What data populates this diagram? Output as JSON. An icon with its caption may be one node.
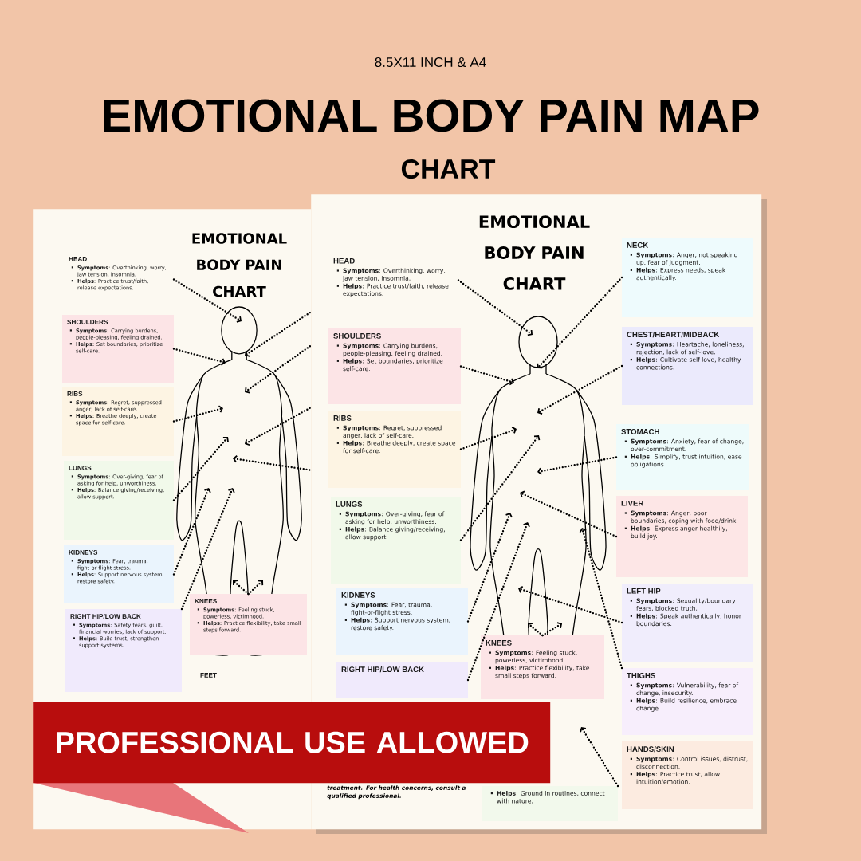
{
  "diagram": {
    "title": "EMOTIONAL BODY PAIN MAP",
    "nodes": [
      {
        "text": [
          "EMOTIONAL BODY PAIN CHART"
        ]
      },
      {
        "text": [
          "HEAD",
          "**Symptoms**: Overthinking, worry, jaw tension, insomnia.",
          "**Helps**: Practice trust/faith, release expectations."
        ],
        "in": 0
      },
      {
        "text": [
          "SHOULDERS",
          "**Symptoms**: Carrying burdens, people-pleasing, feeling drained.",
          "**Helps**: Set boundaries, prioritize self-care."
        ],
        "in": 0
      },
      {
        "text": [
          "RIBS",
          "**Symptoms**: Regret, suppressed anger, lack of self-care.",
          "**Helps**: Breathe deeply, create space for self-care."
        ],
        "in": 0
      },
      {
        "text": [
          "LUNGS",
          "**Symptoms**: Over-giving, fear of asking for help, unworthiness.",
          "**Helps**: Balance giving/receiving, allow support."
        ],
        "in": 0
      },
      {
        "text": [
          "KIDNEYS",
          "**Symptoms**: Fear, trauma, fight-or-flight stress.",
          "**Helps**: Support nervous system, restore safety."
        ],
        "in": 0
      },
      {
        "text": [
          "RIGHT HIP/LOW BACK",
          "**Symptoms**: Safety fears, guilt, financial worries, lack of support.",
          "**Helps**: Build trust, strengthen support systems."
        ],
        "in": 0
      },
      {
        "text": [
          "KNEES",
          "**Symptoms**: Feeling stuck, powerless, victimhood.",
          "**Helps**: Practice flexibility, take small steps forward."
        ],
        "in": 0
      },
      {
        "text": [
          "FEET"
        ],
        "in": 0
      },
      {
        "text": [
          "EMOTIONAL BODY PAIN CHART"
        ]
      },
      {
        "text": [
          "HEAD",
          "**Symptoms**: Overthinking, worry, jaw tension, insomnia.",
          "**Helps**: Practice trust/faith, release expectations."
        ],
        "in": 9
      },
      {
        "text": [
          "NECK",
          "**Symptoms**: Anger, not speaking up, fear of judgment.",
          "**Helps**: Express needs, speak authentically."
        ],
        "in": 9
      },
      {
        "text": [
          "SHOULDERS",
          "**Symptoms**: Carrying burdens, people-pleasing, feeling drained.",
          "**Helps**: Set boundaries, prioritize self-care."
        ],
        "in": 9
      },
      {
        "text": [
          "CHEST/HEART/MIDBACK",
          "**Symptoms**: Heartache, loneliness, rejection, lack of self-love.",
          "**Helps**: Cultivate self-love, healthy connections."
        ],
        "in": 9
      },
      {
        "text": [
          "RIBS",
          "**Symptoms**: Regret, suppressed anger, lack of self-care.",
          "**Helps**: Breathe deeply, create space for self-care."
        ],
        "in": 9
      },
      {
        "text": [
          "STOMACH",
          "**Symptoms**: Anxiety, fear of change, over-commitment.",
          "**Helps**: Simplify, trust intuition, ease obligations."
        ],
        "in": 9
      },
      {
        "text": [
          "LUNGS",
          "**Symptoms**: Over-giving, fear of asking for help, unworthiness.",
          "**Helps**: Balance giving/receiving, allow support."
        ],
        "in": 9
      },
      {
        "text": [
          "LIVER",
          "**Symptoms**: Anger, poor boundaries, coping with food/drink.",
          "**Helps**: Express anger healthily, build joy."
        ],
        "in": 9
      },
      {
        "text": [
          "KIDNEYS",
          "**Symptoms**: Fear, trauma, fight-or-flight stress.",
          "**Helps**: Support nervous system, restore safety."
        ],
        "in": 9
      },
      {
        "text": [
          "LEFT HIP",
          "**Symptoms**: Sexuality/boundary fears, blocked truth.",
          "**Helps**: Speak authentically, honor boundaries."
        ],
        "in": 9
      },
      {
        "text": [
          "RIGHT HIP/LOW BACK"
        ],
        "in": 9
      },
      {
        "text": [
          "THIGHS",
          "**Symptoms**: Vulnerability, fear of change, insecurity.",
          "**Helps**: Build resilience, embrace change."
        ],
        "in": 9
      },
      {
        "text": [
          "KNEES",
          "**Symptoms**: Feeling stuck, powerless, victimhood.",
          "**Helps**: Practice flexibility, take small steps forward."
        ],
        "in": 9
      },
      {
        "text": [
          "HANDS/SKIN",
          "**Symptoms**: Control issues, distrust, disconnection.",
          "**Helps**: Practice trust, allow intuition/emotion."
        ],
        "in": 9
      },
      {
        "text": [
          "**Helps**: Ground in routines, connect with nature."
        ],
        "in": 9
      },
      {
        "text": [
          "PROFESSIONAL USE ALLOWED"
        ]
      }
    ],
    "edges": [
      {
        "from": 1,
        "to": null,
        "arrow": "to"
      },
      {
        "from": 2,
        "to": null,
        "arrow": "to"
      },
      {
        "from": 3,
        "to": null,
        "arrow": "to"
      },
      {
        "from": 4,
        "to": null,
        "arrow": "to"
      },
      {
        "from": 5,
        "to": null,
        "arrow": "to"
      },
      {
        "from": 6,
        "to": null,
        "arrow": "to"
      },
      {
        "from": 7,
        "to": null,
        "arrow": "to"
      },
      {
        "from": 7,
        "to": null,
        "arrow": "to"
      },
      {
        "from": 10,
        "to": null,
        "arrow": "to"
      },
      {
        "from": 11,
        "to": null,
        "arrow": "to"
      },
      {
        "from": 12,
        "to": null,
        "arrow": "to"
      },
      {
        "from": 13,
        "to": null,
        "arrow": "to"
      },
      {
        "from": 14,
        "to": null,
        "arrow": "to"
      },
      {
        "from": 15,
        "to": null,
        "arrow": "to"
      },
      {
        "from": 16,
        "to": null,
        "arrow": "to"
      },
      {
        "from": 17,
        "to": null,
        "arrow": "to"
      },
      {
        "from": 18,
        "to": null,
        "arrow": "to"
      },
      {
        "from": 20,
        "to": null,
        "arrow": "to"
      },
      {
        "from": 19,
        "to": null,
        "arrow": "to"
      },
      {
        "from": 21,
        "to": null,
        "arrow": "to"
      },
      {
        "from": 22,
        "to": null,
        "arrow": "to"
      },
      {
        "from": 22,
        "to": null,
        "arrow": "to"
      },
      {
        "from": 24,
        "to": null,
        "arrow": "to"
      }
    ],
    "labels": [
      "8.5X11 INCH & A4",
      "CHART",
      "treatment. For health concerns, consult a qualified professional."
    ]
  }
}
